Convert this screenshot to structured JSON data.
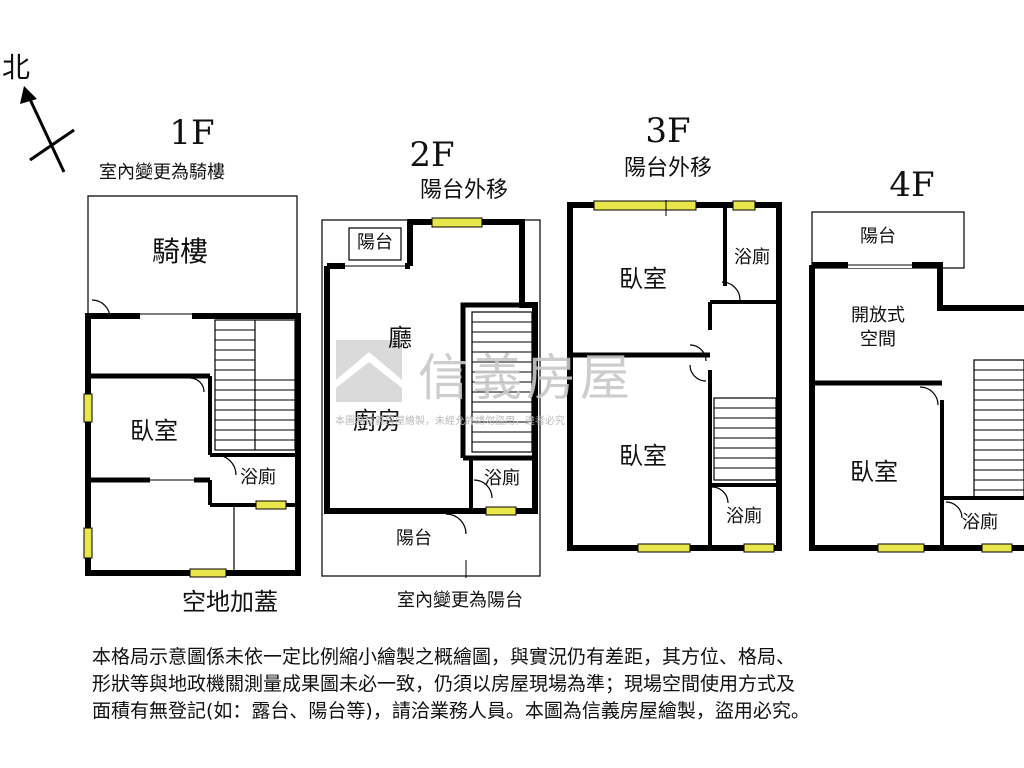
{
  "compass": {
    "label": "北"
  },
  "floors": {
    "f1": {
      "title": "1F",
      "top_note": "室內變更為騎樓",
      "rooms": {
        "arcade": "騎樓",
        "bedroom": "臥室",
        "bath": "浴廁"
      },
      "bottom_note": "空地加蓋"
    },
    "f2": {
      "title": "2F",
      "top_note": "陽台外移",
      "rooms": {
        "balcony_top": "陽台",
        "hall": "廳",
        "kitchen": "廚房",
        "bath": "浴廁",
        "balcony_bottom": "陽台"
      },
      "bottom_note": "室內變更為陽台"
    },
    "f3": {
      "title": "3F",
      "top_note": "陽台外移",
      "rooms": {
        "bedroom_top": "臥室",
        "bath_top": "浴廁",
        "bedroom_bottom": "臥室",
        "bath_bottom": "浴廁"
      }
    },
    "f4": {
      "title": "4F",
      "rooms": {
        "balcony": "陽台",
        "open_space_line1": "開放式",
        "open_space_line2": "空間",
        "bedroom": "臥室",
        "bath": "浴廁"
      }
    }
  },
  "watermark": {
    "brand": "信義房屋",
    "notice": "本圖為信義房屋繪製，未經允許請勿盜用，違者必究"
  },
  "disclaimer": [
    "本格局示意圖係未依一定比例縮小繪製之概繪圖，與實況仍有差距，其方位、格局、",
    "形狀等與地政機關測量成果圖未必一致，仍須以房屋現場為準；現場空間使用方式及",
    "面積有無登記(如：露台、陽台等)，請洽業務人員。本圖為信義房屋繪製，盜用必究。"
  ],
  "colors": {
    "wall": "#000000",
    "window": "#e8e64a",
    "watermark": "#c8c8c8"
  }
}
